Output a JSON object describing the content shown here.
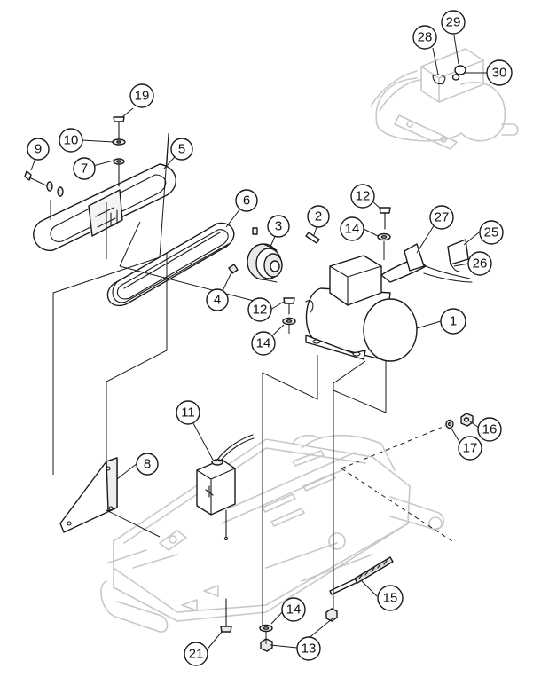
{
  "callouts": [
    {
      "id": "c1",
      "label": "1"
    },
    {
      "id": "c2",
      "label": "2"
    },
    {
      "id": "c3",
      "label": "3"
    },
    {
      "id": "c4",
      "label": "4"
    },
    {
      "id": "c5",
      "label": "5"
    },
    {
      "id": "c6",
      "label": "6"
    },
    {
      "id": "c7",
      "label": "7"
    },
    {
      "id": "c8",
      "label": "8"
    },
    {
      "id": "c9",
      "label": "9"
    },
    {
      "id": "c10",
      "label": "10"
    },
    {
      "id": "c11",
      "label": "11"
    },
    {
      "id": "c12a",
      "label": "12"
    },
    {
      "id": "c12b",
      "label": "12"
    },
    {
      "id": "c13",
      "label": "13"
    },
    {
      "id": "c14a",
      "label": "14"
    },
    {
      "id": "c14b",
      "label": "14"
    },
    {
      "id": "c14c",
      "label": "14"
    },
    {
      "id": "c15",
      "label": "15"
    },
    {
      "id": "c16",
      "label": "16"
    },
    {
      "id": "c17",
      "label": "17"
    },
    {
      "id": "c19",
      "label": "19"
    },
    {
      "id": "c21",
      "label": "21"
    },
    {
      "id": "c25",
      "label": "25"
    },
    {
      "id": "c26",
      "label": "26"
    },
    {
      "id": "c27",
      "label": "27"
    },
    {
      "id": "c28",
      "label": "28"
    },
    {
      "id": "c29",
      "label": "29"
    },
    {
      "id": "c30",
      "label": "30"
    }
  ]
}
